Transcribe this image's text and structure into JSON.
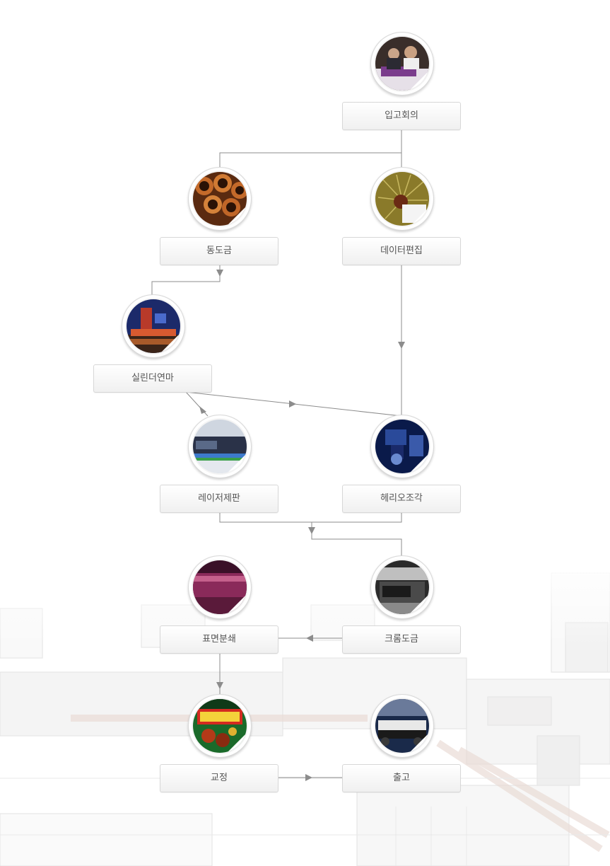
{
  "colors": {
    "connector": "#8c8c8c",
    "label_text": "#555555",
    "label_border": "#d7d7d7"
  },
  "steps": {
    "intake_meeting": {
      "label": "입고회의",
      "icon": "meeting-photo-icon"
    },
    "copper_plating": {
      "label": "동도금",
      "icon": "copper-pipes-icon"
    },
    "data_editing": {
      "label": "데이터편집",
      "icon": "chestnut-design-icon"
    },
    "cylinder_polishing": {
      "label": "실린더연마",
      "icon": "polishing-machine-icon"
    },
    "laser_engraving": {
      "label": "레이저제판",
      "icon": "laser-machine-icon"
    },
    "helio_engraving": {
      "label": "헤리오조각",
      "icon": "helio-engraver-icon"
    },
    "surface_spraying": {
      "label": "표면분쇄",
      "icon": "cylinder-roll-icon"
    },
    "chrome_plating": {
      "label": "크롬도금",
      "icon": "chrome-plating-icon"
    },
    "proofing": {
      "label": "교정",
      "icon": "proof-print-icon"
    },
    "shipping": {
      "label": "출고",
      "icon": "shipping-cylinder-icon"
    }
  }
}
